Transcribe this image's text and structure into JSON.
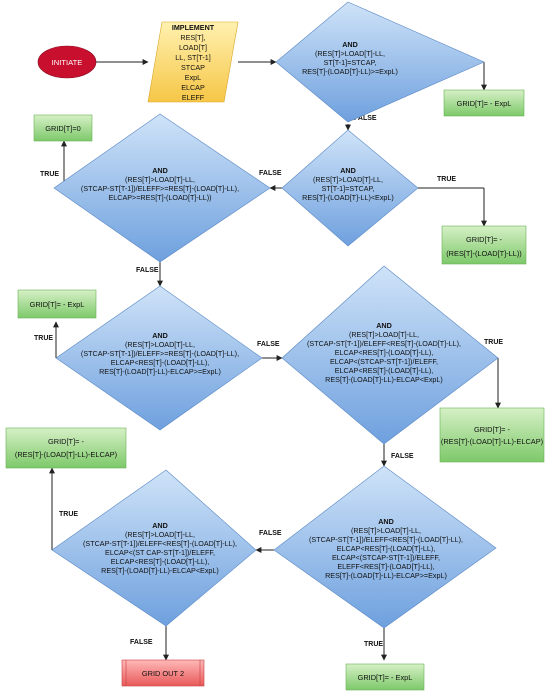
{
  "start": {
    "label": "INITIATE"
  },
  "implement": {
    "title": "IMPLEMENT",
    "lines": [
      "RES[T],",
      "LOAD[T]",
      "LL, ST[T-1]",
      "STCAP",
      "ExpL",
      "ELCAP",
      "ELEFF"
    ]
  },
  "decisions": [
    {
      "title": "AND",
      "lines": [
        "(RES[T]>LOAD[T]-LL,",
        "ST[T-1]=STCAP,",
        "RES[T]-(LOAD[T]-LL)>=ExpL)"
      ]
    },
    {
      "title": "AND",
      "lines": [
        "(RES[T]>LOAD[T]-LL,",
        "ST[T-1]=STCAP,",
        "RES[T]-(LOAD[T]-LL)<ExpL)"
      ]
    },
    {
      "title": "AND",
      "lines": [
        "(RES[T]>LOAD[T]-LL,",
        "(STCAP-ST[T-1])/ELEFF>=RES[T]-(LOAD[T]-LL),",
        "ELCAP>=RES[T]-(LOAD[T]-LL))"
      ]
    },
    {
      "title": "AND",
      "lines": [
        "(RES[T]>LOAD[T]-LL,",
        "(STCAP-ST[T-1])/ELEFF>=RES[T]-(LOAD[T]-LL),",
        "ELCAP<RES[T]-(LOAD[T]-LL),",
        "RES[T]-(LOAD[T]-LL)-ELCAP>=ExpL)"
      ]
    },
    {
      "title": "AND",
      "lines": [
        "(RES[T]>LOAD[T]-LL,",
        "(STCAP-ST[T-1])/ELEFF<RES[T]-(LOAD[T]-LL),",
        "ELCAP<RES[T]-(LOAD[T]-LL),",
        "ELCAP<(STCAP-ST[T-1])/ELEFF,",
        "ELCAP<RES[T]-(LOAD[T]-LL),",
        "RES[T]-(LOAD[T]-LL)-ELCAP<ExpL)"
      ]
    },
    {
      "title": "AND",
      "lines": [
        "(RES[T]>LOAD[T]-LL,",
        "(STCAP-ST[T-1])/ELEFF<RES[T]-(LOAD[T]-LL),",
        "ELCAP<RES[T]-(LOAD[T]-LL),",
        "ELCAP<(STCAP-ST[T-1])/ELEFF,",
        "ELEFF<RES[T]-(LOAD[T]-LL),",
        "RES[T]-(LOAD[T]-LL)-ELCAP>=ExpL)"
      ]
    },
    {
      "title": "AND",
      "lines": [
        "(RES[T]>LOAD[T]-LL,",
        "(STCAP-ST[T-1])/ELEFF<RES[T]-(LOAD[T]-LL),",
        "ELCAP<(ST CAP-ST[T-1])/ELEFF,",
        "ELCAP<RES[T]-(LOAD[T]-LL),",
        "RES[T]-(LOAD[T]-LL)-ELCAP<ExpL)"
      ]
    }
  ],
  "outputs": [
    {
      "lines": [
        "GRID[T]= - ExpL"
      ]
    },
    {
      "lines": [
        "GRID[T]=0"
      ]
    },
    {
      "lines": [
        "GRID[T]= -",
        "(RES[T]-(LOAD[T]-LL))"
      ]
    },
    {
      "lines": [
        "GRID[T]= - ExpL"
      ]
    },
    {
      "lines": [
        "GRID[T]= -",
        "(RES[T]-(LOAD[T]-LL)-ELCAP)"
      ]
    },
    {
      "lines": [
        "GRID[T]= -",
        "(RES[T]-(LOAD[T]-LL)-ELCAP)"
      ]
    },
    {
      "lines": [
        "GRID[T]= - ExpL"
      ]
    }
  ],
  "end": {
    "label": "GRID OUT 2"
  },
  "edge_labels": {
    "true": "TRUE",
    "false": "FALSE"
  },
  "colors": {
    "decision_light": "#cfe3f8",
    "decision_dark": "#6ea0de",
    "output_light": "#d6f0c6",
    "output_dark": "#7dc96a",
    "implement_light": "#fff1b0",
    "implement_dark": "#f6c646",
    "start": "#c8102e",
    "end_light": "#ffb8b8",
    "end_dark": "#e85a5a"
  }
}
